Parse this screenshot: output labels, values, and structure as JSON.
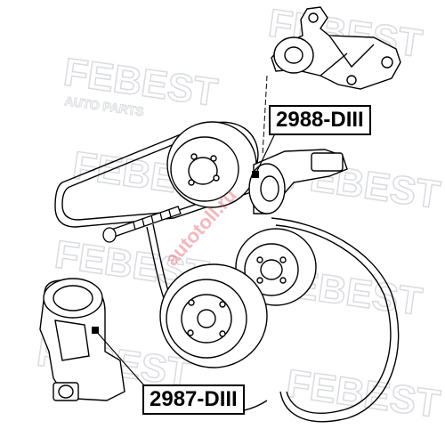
{
  "parts": [
    {
      "id": "tensioner-pulley",
      "label": "2988-DIII"
    },
    {
      "id": "belt-tensioner",
      "label": "2987-DIII"
    }
  ],
  "watermark": {
    "brand": "FEBEST",
    "tagline": "AUTO PARTS",
    "site": "autotoll.ru"
  },
  "colors": {
    "line": "#000000",
    "watermark": "#d9dbe0",
    "site_watermark": "#e03040"
  }
}
